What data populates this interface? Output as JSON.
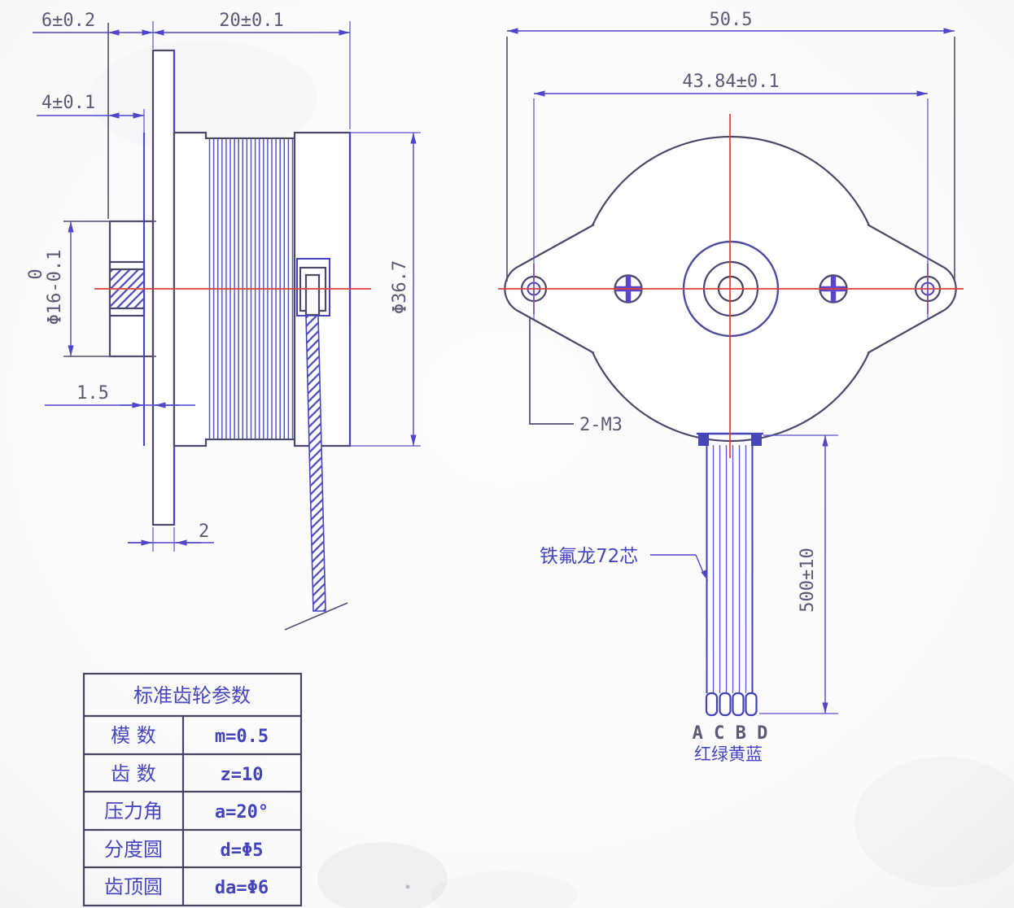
{
  "side_view": {
    "dims": {
      "shaft_overhang": "6±0.2",
      "body_length": "20±0.1",
      "gear_width": "4±0.1",
      "boss_dia_upper_tol": "0",
      "boss_dia": "Φ16-0.1",
      "flange_gap": "1.5",
      "flange_thickness": "2",
      "body_dia": "Φ36.7"
    }
  },
  "front_view": {
    "dims": {
      "overall_width": "50.5",
      "mount_hole_spacing": "43.84±0.1",
      "lead_length": "500±10"
    },
    "labels": {
      "mount_holes": "2-M3",
      "cable": "铁氟龙72芯",
      "wire_phases": "A C B D",
      "wire_colors": "红绿黄蓝"
    }
  },
  "gear_table": {
    "title": "标准齿轮参数",
    "rows": [
      {
        "label": "模 数",
        "value": "m=0.5"
      },
      {
        "label": "齿 数",
        "value": "z=10"
      },
      {
        "label": "压力角",
        "value": "a=20°"
      },
      {
        "label": "分度圆",
        "value": "d=Φ5"
      },
      {
        "label": "齿顶圆",
        "value": "da=Φ6"
      }
    ]
  },
  "colors": {
    "outline": "#4a4a68",
    "dimension_blue": "#4f46c8",
    "centerline_red": "#dc4239",
    "dim_text": "#5b5b76",
    "cjk_text": "#4646c0"
  }
}
